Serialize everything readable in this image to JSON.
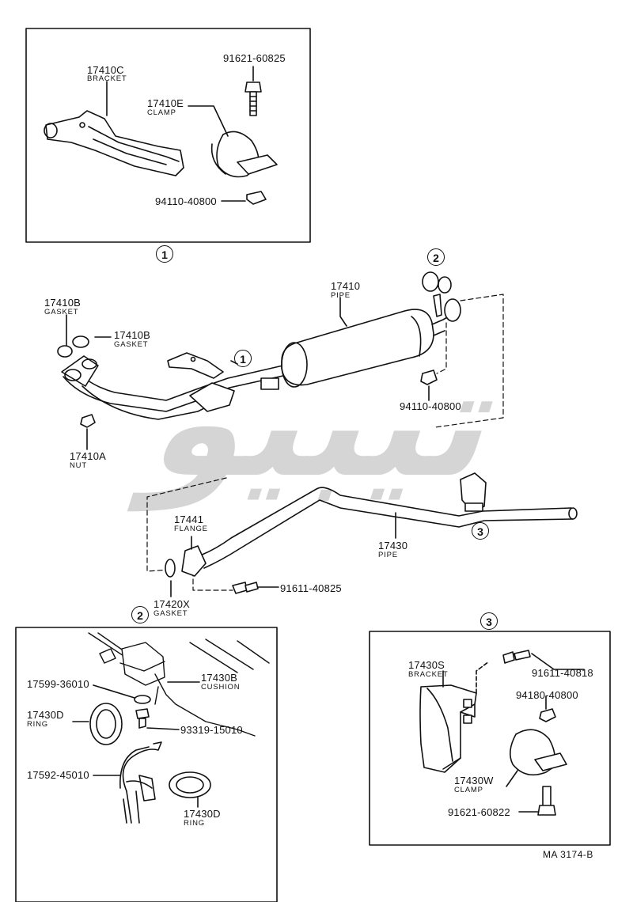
{
  "watermark_text": "تيبيو",
  "detail_markers": [
    "1",
    "2",
    "3",
    "1",
    "2",
    "3"
  ],
  "parts": {
    "p17410c": {
      "number": "17410C",
      "name": "BRACKET"
    },
    "p91621_60825": {
      "number": "91621-60825"
    },
    "p17410e": {
      "number": "17410E",
      "name": "CLAMP"
    },
    "p94110_40800_a": {
      "number": "94110-40800"
    },
    "p17410": {
      "number": "17410",
      "name": "PIPE"
    },
    "p17410b_1": {
      "number": "17410B",
      "name": "GASKET"
    },
    "p17410b_2": {
      "number": "17410B",
      "name": "GASKET"
    },
    "p94110_40800_b": {
      "number": "94110-40800"
    },
    "p17410a": {
      "number": "17410A",
      "name": "NUT"
    },
    "p17441": {
      "number": "17441",
      "name": "FLANGE"
    },
    "p17430": {
      "number": "17430",
      "name": "PIPE"
    },
    "p17420x": {
      "number": "17420X",
      "name": "GASKET"
    },
    "p91611_40825": {
      "number": "91611-40825"
    },
    "p17599_36010": {
      "number": "17599-36010"
    },
    "p17430b": {
      "number": "17430B",
      "name": "CUSHION"
    },
    "p17430d_1": {
      "number": "17430D",
      "name": "RING"
    },
    "p93319_15010": {
      "number": "93319-15010"
    },
    "p17592_45010": {
      "number": "17592-45010"
    },
    "p17430d_2": {
      "number": "17430D",
      "name": "RING"
    },
    "p17430s": {
      "number": "17430S",
      "name": "BRACKET"
    },
    "p91611_40818": {
      "number": "91611-40818"
    },
    "p94180_40800": {
      "number": "94180-40800"
    },
    "p17430w": {
      "number": "17430W",
      "name": "CLAMP"
    },
    "p91621_60822": {
      "number": "91621-60822"
    }
  },
  "drawing_code": "MA 3174-B"
}
